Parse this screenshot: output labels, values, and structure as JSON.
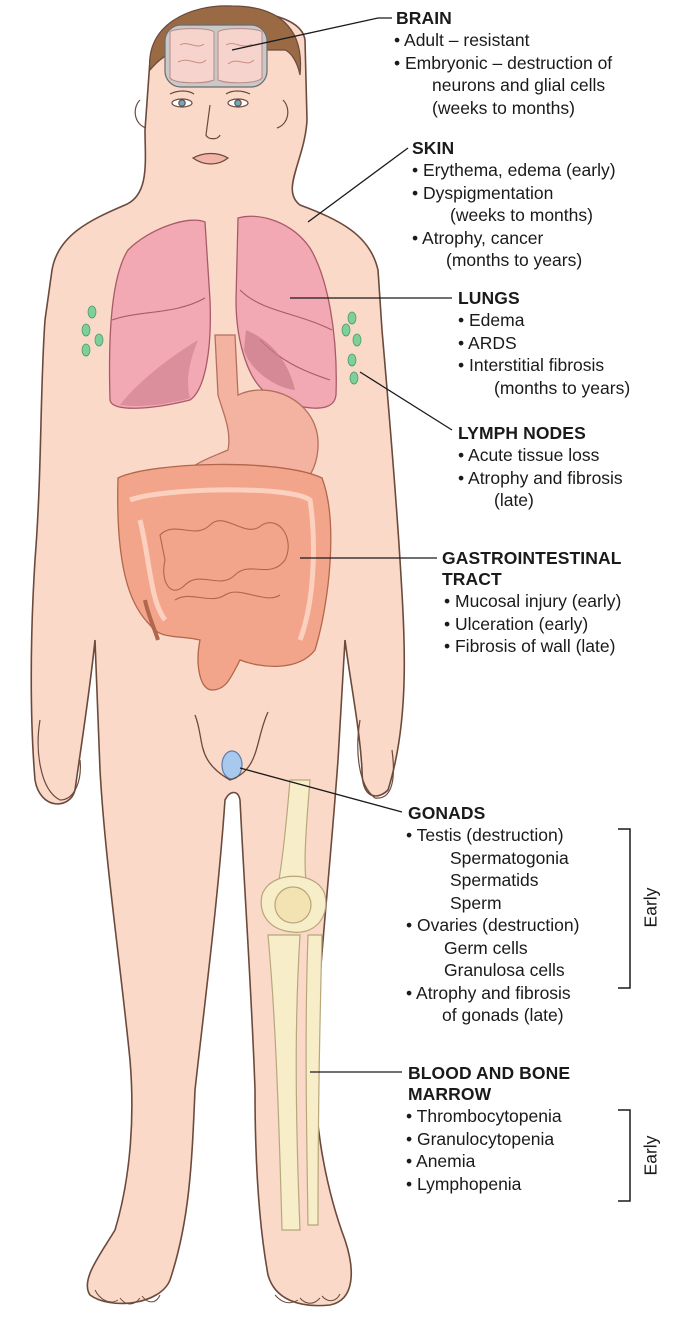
{
  "organs": {
    "brain": {
      "title": "BRAIN",
      "items": [
        "• Adult – resistant",
        "• Embryonic – destruction of"
      ],
      "cont": [
        "neurons and glial cells",
        "(weeks to months)"
      ]
    },
    "skin": {
      "title": "SKIN",
      "items": [
        "• Erythema, edema (early)",
        "• Dyspigmentation",
        "(weeks to months)",
        "• Atrophy, cancer",
        "(months to years)"
      ]
    },
    "lungs": {
      "title": "LUNGS",
      "items": [
        "• Edema",
        "• ARDS",
        "• Interstitial fibrosis",
        "(months to years)"
      ]
    },
    "lymph": {
      "title": "LYMPH NODES",
      "items": [
        "• Acute tissue loss",
        "• Atrophy and fibrosis",
        "(late)"
      ]
    },
    "gi": {
      "title_line1": "GASTROINTESTINAL",
      "title_line2": "TRACT",
      "items": [
        "• Mucosal injury (early)",
        "• Ulceration (early)",
        "• Fibrosis of wall (late)"
      ]
    },
    "gonads": {
      "title": "GONADS",
      "items": [
        "• Testis (destruction)",
        "Spermatogonia",
        "Spermatids",
        "Sperm",
        "• Ovaries (destruction)",
        "Germ cells",
        "Granulosa cells",
        "• Atrophy and fibrosis",
        "of gonads (late)"
      ],
      "bracket_label": "Early"
    },
    "blood": {
      "title_line1": "BLOOD AND BONE",
      "title_line2": "MARROW",
      "items": [
        "• Thrombocytopenia",
        "• Granulocytopenia",
        "• Anemia",
        "• Lymphopenia"
      ],
      "bracket_label": "Early"
    }
  },
  "colors": {
    "skin": "#fbd9c8",
    "skin_outline": "#6b4a3d",
    "hair": "#9a6a45",
    "lung": "#f2a9b4",
    "lung_dark": "#c97a88",
    "stomach": "#f3b3a0",
    "intestine": "#f2a58a",
    "lymph": "#7fcf9a",
    "gonad": "#a9c8ee",
    "bone": "#f7edc9",
    "brain": "#f6d3cc"
  }
}
